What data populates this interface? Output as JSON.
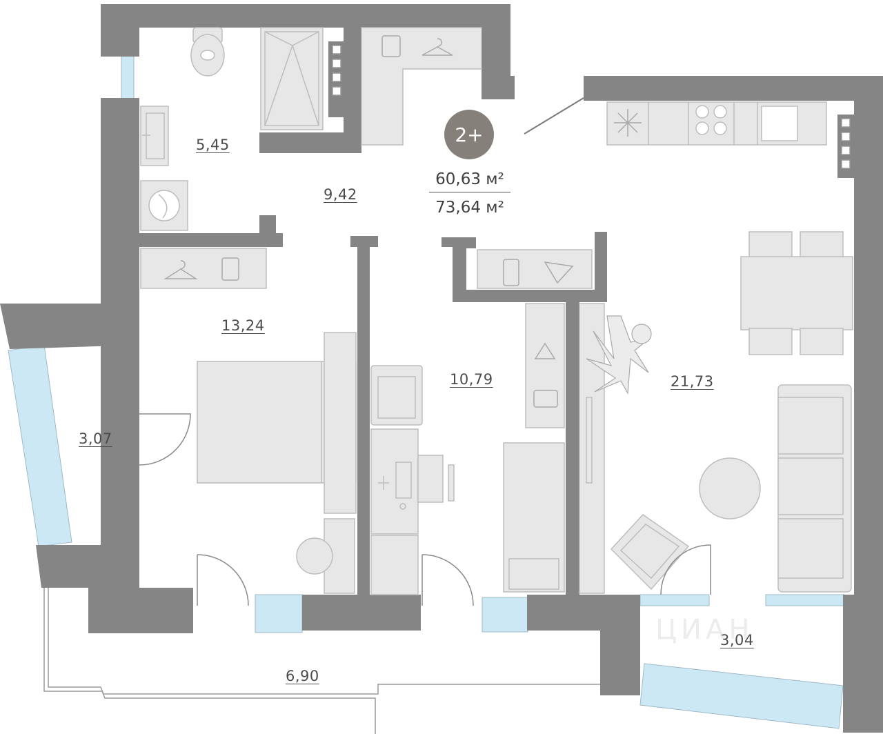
{
  "badge": {
    "rooms": "2+"
  },
  "areas": {
    "living": "60,63 м²",
    "total": "73,64 м²"
  },
  "rooms": {
    "bathroom": "5,45",
    "hallway": "9,42",
    "bedroom": "13,24",
    "balcony_left": "3,07",
    "study": "10,79",
    "living_kitchen": "21,73",
    "balcony_bottom": "6,90",
    "balcony_right": "3,04"
  },
  "watermark": "ЦИАН",
  "colors": {
    "wall": "#858585",
    "furniture_fill": "#e7e7e7",
    "furniture_stroke": "#bdbdbd",
    "window": "#cde8f5",
    "badge": "#86807a"
  }
}
